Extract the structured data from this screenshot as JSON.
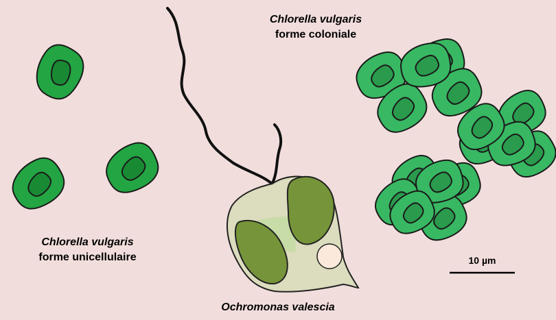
{
  "labels": {
    "unicellular": {
      "species": "Chlorella vulgaris",
      "form": "forme unicellulaire"
    },
    "colonial": {
      "species": "Chlorella vulgaris",
      "form": "forme coloniale"
    },
    "ochromonas": {
      "species": "Ochromonas valescia"
    }
  },
  "scale_bar": {
    "label": "10 µm"
  },
  "colors": {
    "background": "#f1dedc",
    "single_cell": "#23a543",
    "single_nucleus": "#198a34",
    "colony_cell": "#38b862",
    "colony_nucleus": "#2a9a4d",
    "ochromonas_body": "#dcdcbe",
    "chloroplast": "#76953a",
    "central_region": "#c7dca6",
    "vacuole": "#fbe9dc"
  }
}
